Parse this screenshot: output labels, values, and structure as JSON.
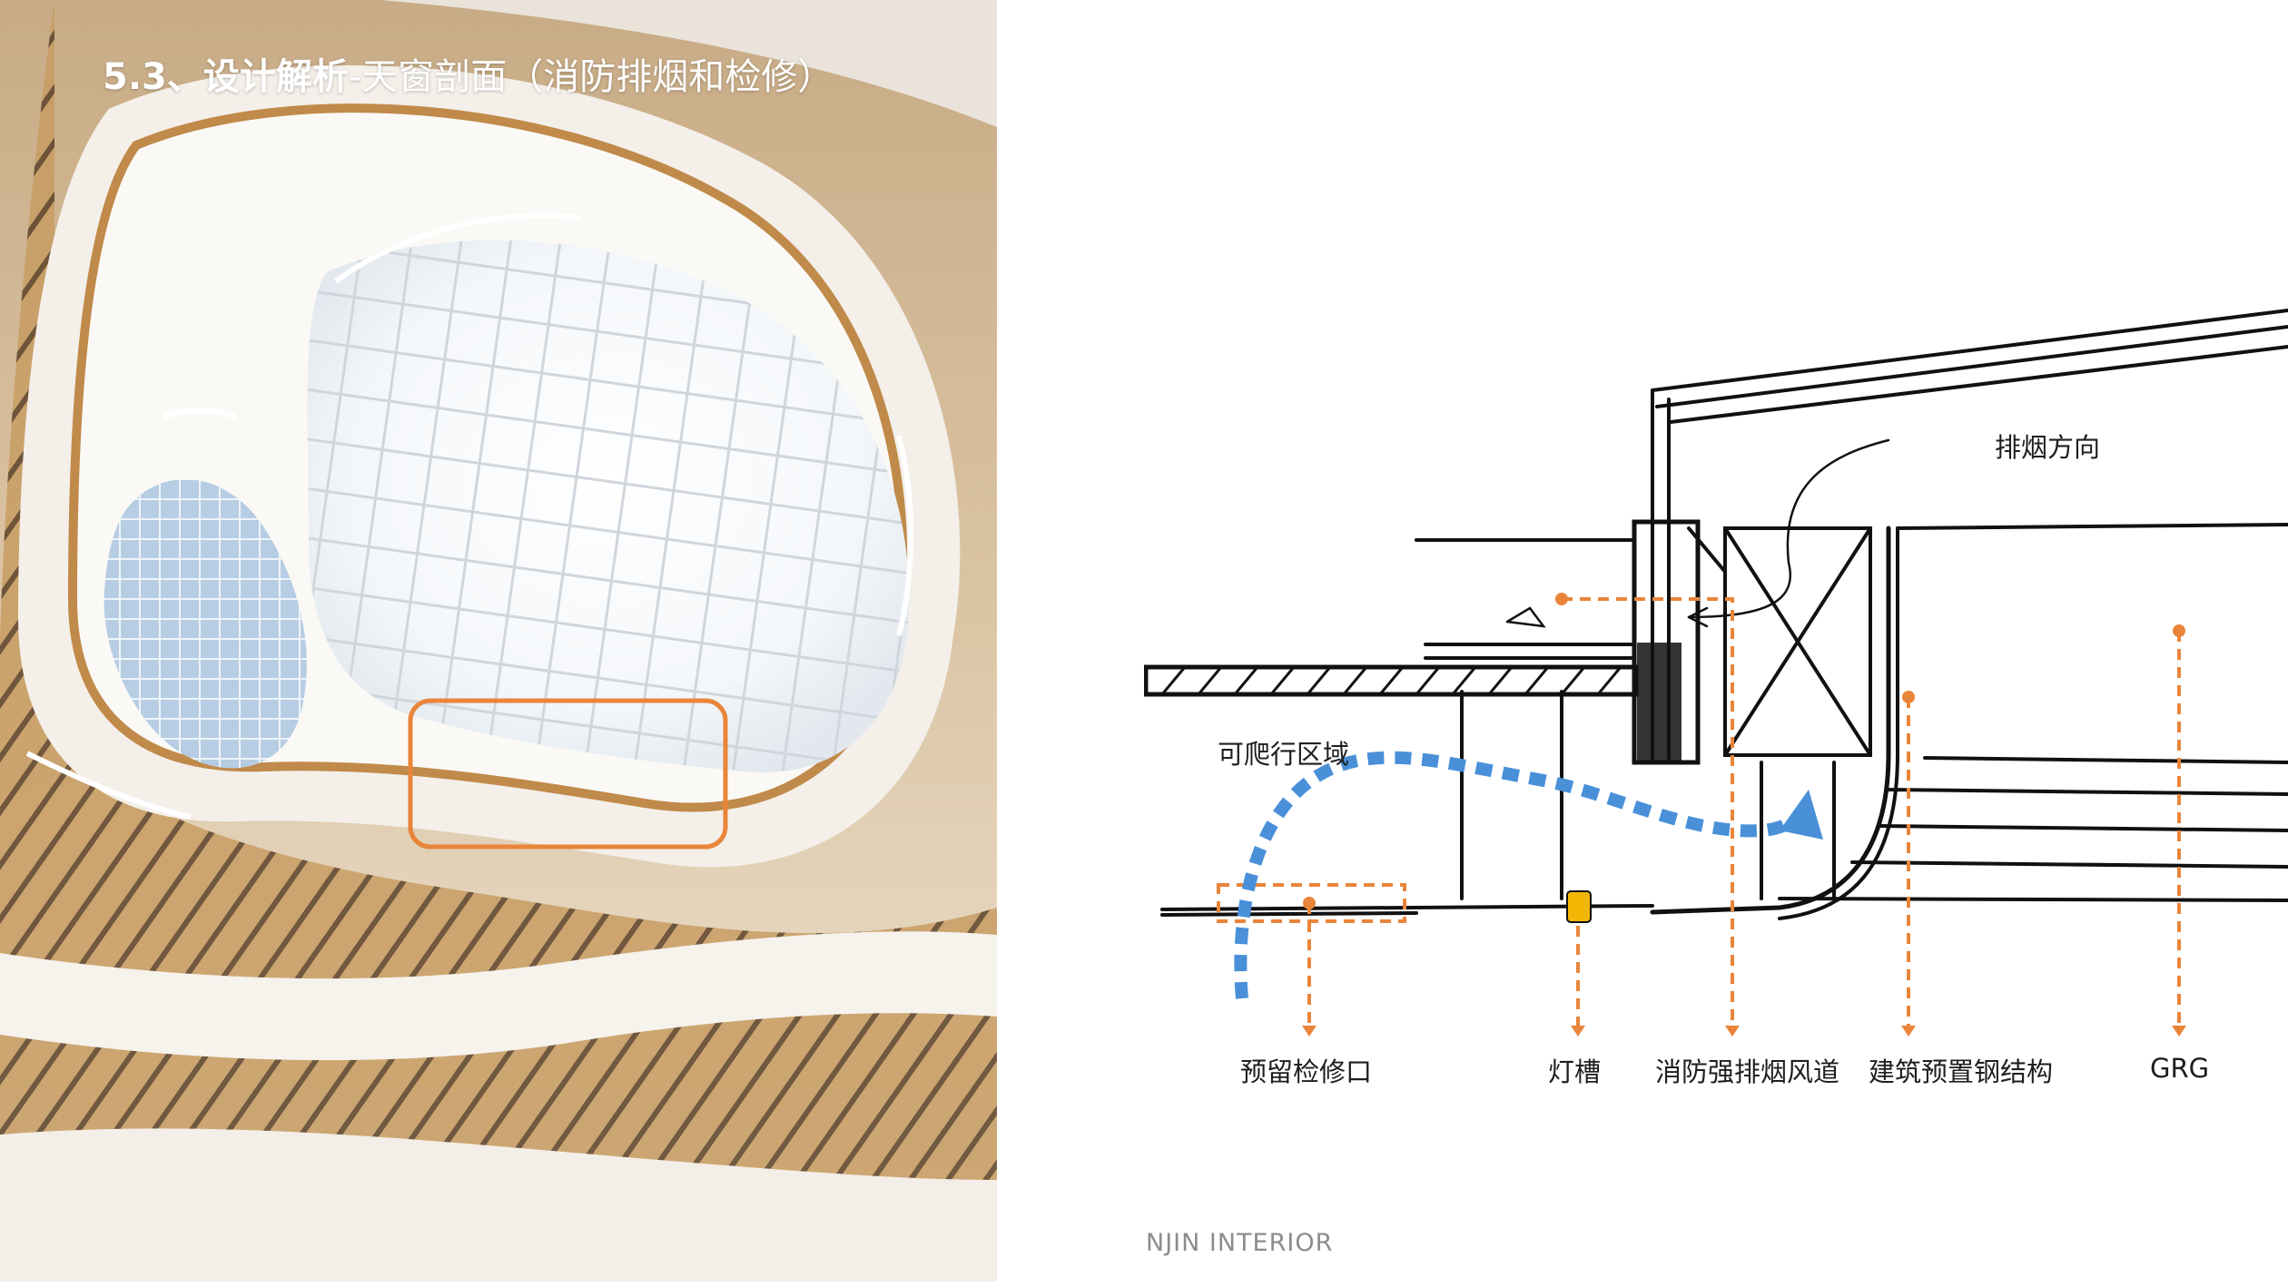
{
  "title": {
    "bold": "5.3、设计解析",
    "light": "-天窗剖面（消防排烟和检修）"
  },
  "photo": {
    "description_icon": "atrium-skylight-photo",
    "highlight_color": "#e9853a"
  },
  "labels": {
    "smoke_direction": "排烟方向",
    "crawl_area": "可爬行区域",
    "maintenance_opening": "预留检修口",
    "light_trough": "灯槽",
    "smoke_duct": "消防强排烟风道",
    "steel_structure": "建筑预置钢结构",
    "grg": "GRG"
  },
  "colors": {
    "annotation": "#e9853a",
    "path_arrow": "#4a90d9",
    "light_fixture": "#f2b705",
    "sketch_line": "#111111"
  },
  "brand": "NJIN INTERIOR"
}
